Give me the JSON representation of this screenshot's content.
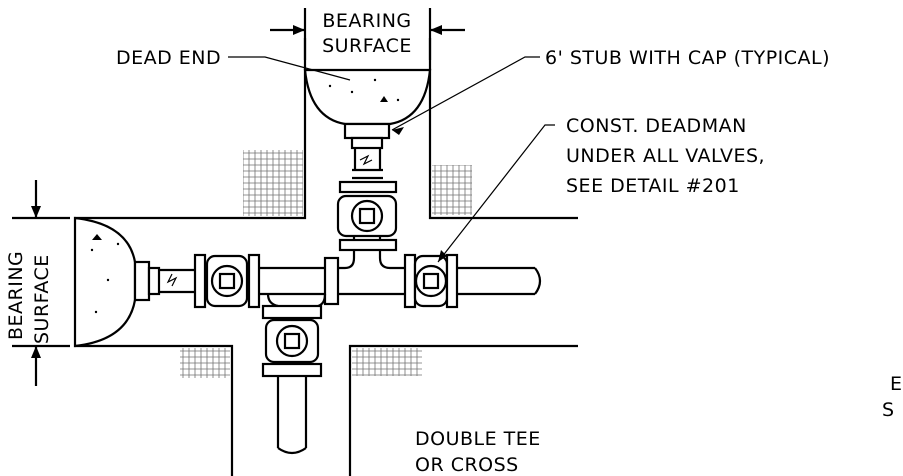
{
  "labels": {
    "bearing_surface_top_1": "BEARING",
    "bearing_surface_top_2": "SURFACE",
    "dead_end": "DEAD END",
    "stub": "6' STUB WITH CAP (TYPICAL)",
    "deadman_1": "CONST. DEADMAN",
    "deadman_2": "UNDER ALL VALVES,",
    "deadman_3": "SEE DETAIL #201",
    "bearing_surface_left_1": "BEARING",
    "bearing_surface_left_2": "SURFACE",
    "double_tee_1": "DOUBLE TEE",
    "double_tee_2": "OR CROSS",
    "clip_right_1": "E",
    "clip_right_2": "S"
  }
}
